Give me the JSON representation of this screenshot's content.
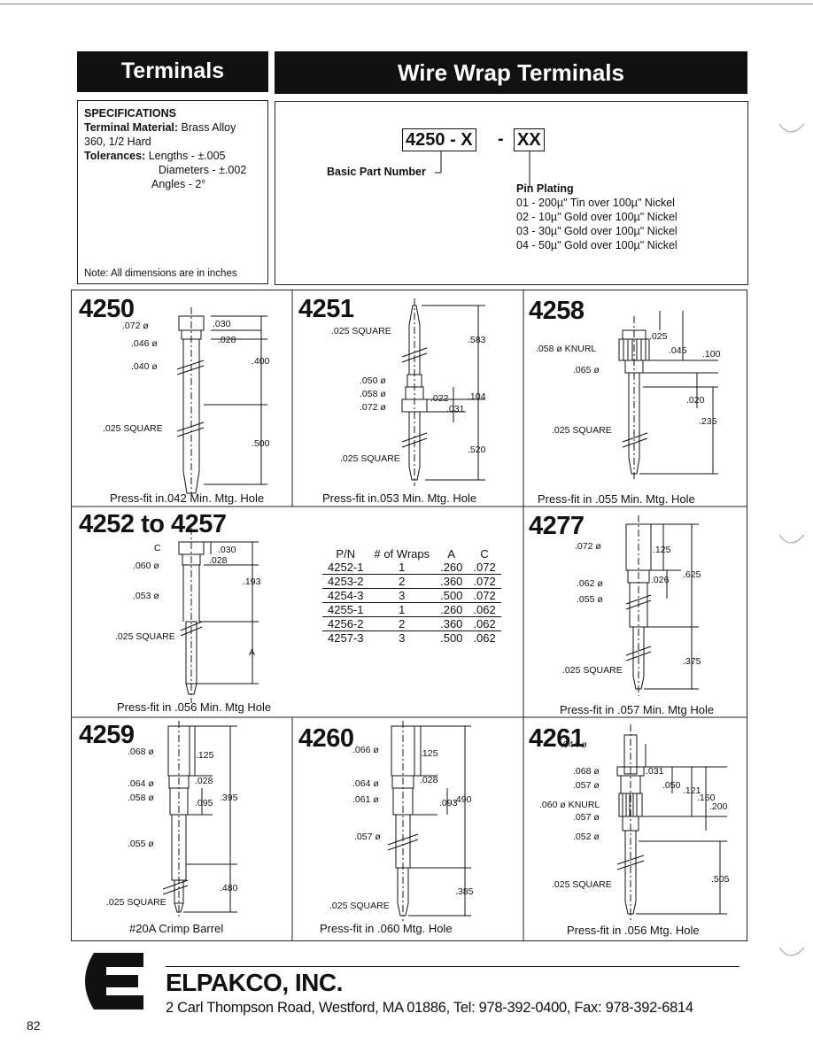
{
  "header": {
    "left_title": "Terminals",
    "right_title": "Wire Wrap Terminals"
  },
  "specs": {
    "heading": "SPECIFICATIONS",
    "material_label": "Terminal Material:",
    "material_value": "Brass Alloy",
    "material_value2": "360, 1/2 Hard",
    "tol_label": "Tolerances:",
    "tol_lengths": "Lengths - ±.005",
    "tol_diameters": "Diameters - ±.002",
    "tol_angles": "Angles - 2°",
    "note": "Note: All dimensions are in inches"
  },
  "partnum": {
    "base": "4250",
    "sep1": "-",
    "x": "X",
    "sep2": "-",
    "xx": "XX",
    "basic_label": "Basic Part Number",
    "plating_label": "Pin Plating",
    "options": [
      "01 - 200µ\" Tin over 100µ\" Nickel",
      "02 - 10µ\" Gold over 100µ\" Nickel",
      "03 - 30µ\" Gold over 100µ\" Nickel",
      "04 - 50µ\" Gold over 100µ\" Nickel"
    ]
  },
  "cells": {
    "c4250": {
      "num": "4250",
      "caption": "Press-fit in.042 Min. Mtg. Hole",
      "dims": [
        ".072 ø",
        ".030",
        ".046 ø",
        ".028",
        ".040 ø",
        ".400",
        ".025 SQUARE",
        ".500"
      ]
    },
    "c4251": {
      "num": "4251",
      "caption": "Press-fit in.053 Min. Mtg. Hole",
      "dims": [
        ".025 SQUARE",
        ".583",
        ".050 ø",
        ".058 ø",
        ".072 ø",
        ".022",
        ".031",
        ".104",
        ".520",
        ".025 SQUARE"
      ]
    },
    "c4258": {
      "num": "4258",
      "caption": "Press-fit in .055 Min. Mtg. Hole",
      "dims": [
        ".025",
        ".058 ø KNURL",
        ".045",
        ".100",
        ".065 ø",
        ".020",
        ".235",
        ".025 SQUARE"
      ]
    },
    "c4252": {
      "num": "4252 to 4257",
      "caption": "Press-fit in .056 Min. Mtg Hole",
      "dims": [
        "C",
        ".030",
        ".060 ø",
        ".028",
        ".193",
        ".053 ø",
        ".025 SQUARE",
        "A"
      ]
    },
    "c4277": {
      "num": "4277",
      "caption": "Press-fit in .057 Min. Mtg Hole",
      "dims": [
        ".072 ø",
        ".125",
        ".062 ø",
        ".026",
        ".625",
        ".055 ø",
        ".375",
        ".025 SQUARE"
      ]
    },
    "c4259": {
      "num": "4259",
      "caption": "#20A Crimp Barrel",
      "dims": [
        ".068 ø",
        ".125",
        ".064 ø",
        ".028",
        ".058 ø",
        ".095",
        ".395",
        ".055 ø",
        ".480",
        ".025 SQUARE"
      ]
    },
    "c4260": {
      "num": "4260",
      "caption": "Press-fit in .060 Mtg. Hole",
      "dims": [
        ".066 ø",
        ".125",
        ".064 ø",
        ".028",
        ".061 ø",
        ".093",
        ".490",
        ".057 ø",
        ".385",
        ".025 SQUARE"
      ]
    },
    "c4261": {
      "num": "4261",
      "caption": "Press-fit in .056 Mtg. Hole",
      "dims": [
        ".044 ø",
        ".068 ø",
        ".031",
        ".057 ø",
        ".050",
        ".121",
        ".160",
        ".060 ø KNURL",
        ".200",
        ".057 ø",
        ".052 ø",
        ".025 SQUARE",
        ".505"
      ]
    }
  },
  "pn_table": {
    "headers": [
      "P/N",
      "# of Wraps",
      "A",
      "C"
    ],
    "rows": [
      [
        "4252-1",
        "1",
        ".260",
        ".072"
      ],
      [
        "4253-2",
        "2",
        ".360",
        ".072"
      ],
      [
        "4254-3",
        "3",
        ".500",
        ".072"
      ],
      [
        "4255-1",
        "1",
        ".260",
        ".062"
      ],
      [
        "4256-2",
        "2",
        ".360",
        ".062"
      ],
      [
        "4257-3",
        "3",
        ".500",
        ".062"
      ]
    ]
  },
  "footer": {
    "logo_letter": "E",
    "company": "ELPAKCO, INC.",
    "address": "2 Carl Thompson Road, Westford, MA 01886, Tel: 978-392-0400, Fax: 978-392-6814",
    "page_number": "82"
  }
}
